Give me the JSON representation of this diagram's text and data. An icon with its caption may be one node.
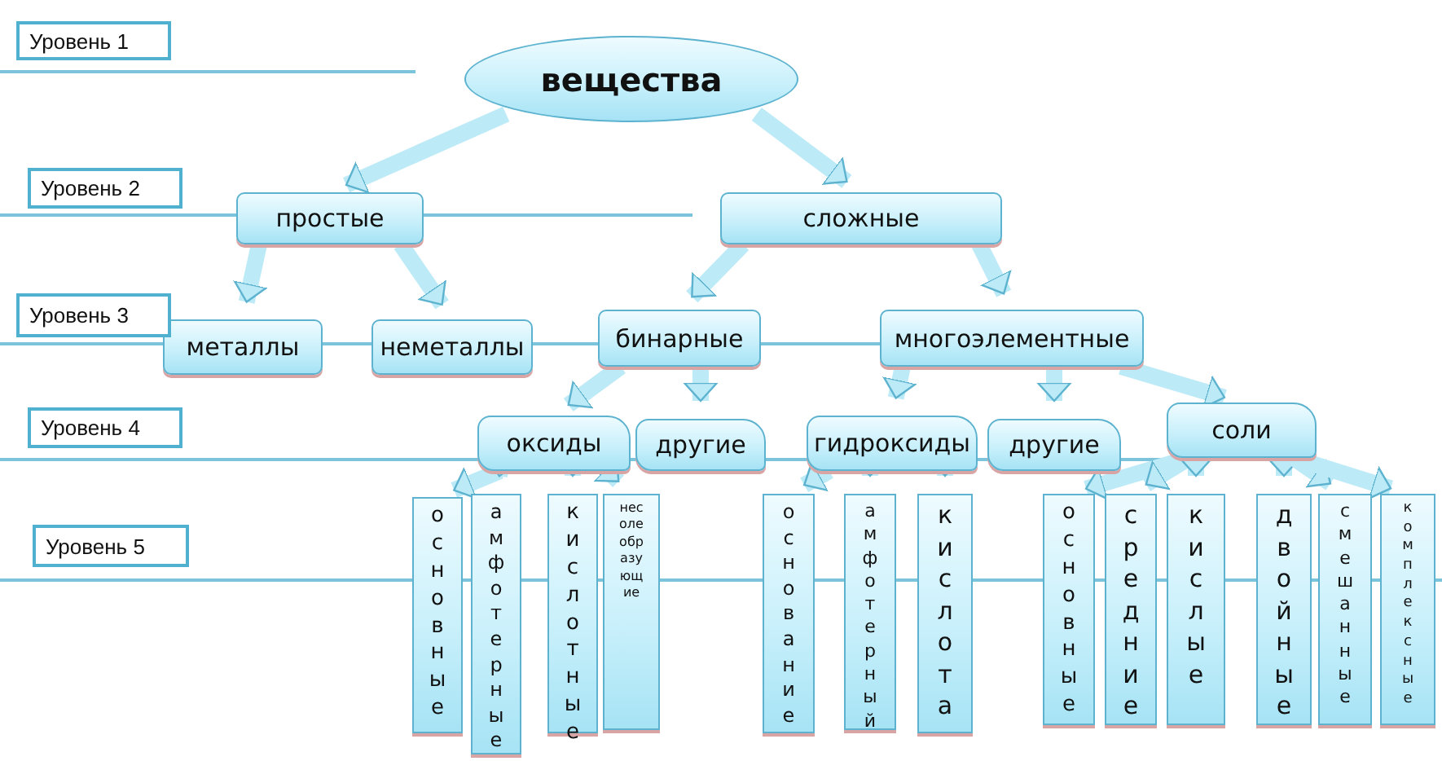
{
  "diagram": {
    "nodes": [
      {
        "text": [
          "вещества"
        ]
      },
      {
        "text": [
          "простые"
        ]
      },
      {
        "text": [
          "сложные"
        ]
      },
      {
        "text": [
          "металлы"
        ]
      },
      {
        "text": [
          "неметаллы"
        ]
      },
      {
        "text": [
          "бинарные"
        ]
      },
      {
        "text": [
          "многоэлементные"
        ]
      },
      {
        "text": [
          "оксиды"
        ]
      },
      {
        "text": [
          "другие"
        ]
      },
      {
        "text": [
          "гидроксиды"
        ]
      },
      {
        "text": [
          "другие"
        ]
      },
      {
        "text": [
          "соли"
        ]
      },
      {
        "text": [
          "основные"
        ]
      },
      {
        "text": [
          "амфотерные"
        ]
      },
      {
        "text": [
          "кислотные"
        ]
      },
      {
        "text": [
          "несолеобразующие"
        ]
      },
      {
        "text": [
          "основание"
        ]
      },
      {
        "text": [
          "амфотерный"
        ]
      },
      {
        "text": [
          "кислота"
        ]
      },
      {
        "text": [
          "основные"
        ]
      },
      {
        "text": [
          "средние"
        ]
      },
      {
        "text": [
          "кислые"
        ]
      },
      {
        "text": [
          "двойные"
        ]
      },
      {
        "text": [
          "смешанные"
        ]
      },
      {
        "text": [
          "комплексные"
        ]
      },
      {
        "text": [
          "Уровень 1"
        ]
      },
      {
        "text": [
          "Уровень 2"
        ]
      },
      {
        "text": [
          "Уровень 3"
        ]
      },
      {
        "text": [
          "Уровень 4"
        ]
      },
      {
        "text": [
          "Уровень 5"
        ]
      }
    ],
    "edges": [
      {
        "from": 0,
        "to": 1,
        "arrow": "to"
      },
      {
        "from": 0,
        "to": 2,
        "arrow": "to"
      },
      {
        "from": 1,
        "to": 3,
        "arrow": "to"
      },
      {
        "from": 1,
        "to": 4,
        "arrow": "to"
      },
      {
        "from": 2,
        "to": 5,
        "arrow": "to"
      },
      {
        "from": 2,
        "to": 6,
        "arrow": "to"
      },
      {
        "from": 5,
        "to": 7,
        "arrow": "to"
      },
      {
        "from": 5,
        "to": 8,
        "arrow": "to"
      },
      {
        "from": 6,
        "to": 9,
        "arrow": "to"
      },
      {
        "from": 6,
        "to": 10,
        "arrow": "to"
      },
      {
        "from": 6,
        "to": 11,
        "arrow": "to"
      },
      {
        "from": 7,
        "to": 12,
        "arrow": "to"
      },
      {
        "from": 7,
        "to": 13,
        "arrow": "to"
      },
      {
        "from": 7,
        "to": 14,
        "arrow": "to"
      },
      {
        "from": 7,
        "to": 15,
        "arrow": "to"
      },
      {
        "from": 9,
        "to": 16,
        "arrow": "to"
      },
      {
        "from": 9,
        "to": 17,
        "arrow": "to"
      },
      {
        "from": 9,
        "to": 18,
        "arrow": "to"
      },
      {
        "from": 11,
        "to": 19,
        "arrow": "to"
      },
      {
        "from": 11,
        "to": 20,
        "arrow": "to"
      },
      {
        "from": 11,
        "to": 21,
        "arrow": "to"
      },
      {
        "from": 11,
        "to": 22,
        "arrow": "to"
      },
      {
        "from": 11,
        "to": 23,
        "arrow": "to"
      },
      {
        "from": 11,
        "to": 24,
        "arrow": "to"
      }
    ]
  }
}
